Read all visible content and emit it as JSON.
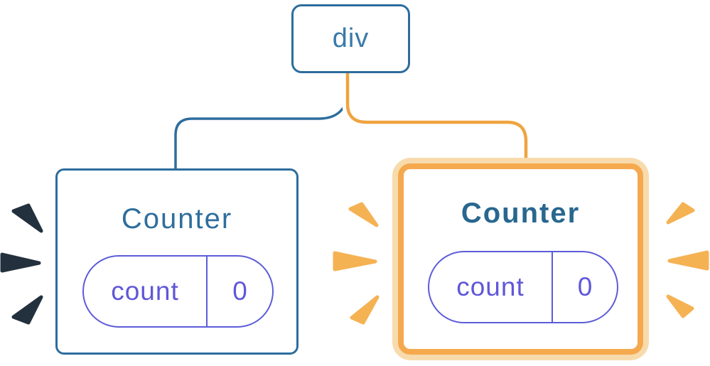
{
  "diagram": {
    "root": {
      "label": "div"
    },
    "children": [
      {
        "title": "Counter",
        "state": {
          "key": "count",
          "value": "0"
        },
        "highlighted": false
      },
      {
        "title": "Counter",
        "state": {
          "key": "count",
          "value": "0"
        },
        "highlighted": true
      }
    ],
    "colors": {
      "node_blue": "#2d6d9d",
      "node_text_blue": "#3a7aa9",
      "state_indigo_border": "#5c5cd9",
      "state_indigo_text": "#5f57d9",
      "highlight_orange": "#f5a94e",
      "highlight_orange_light": "#f8dbad",
      "highlight_line_core": "#efa440",
      "spark_orange": "#f5b253",
      "spark_dark": "#23303d",
      "background": "#ffffff"
    }
  }
}
